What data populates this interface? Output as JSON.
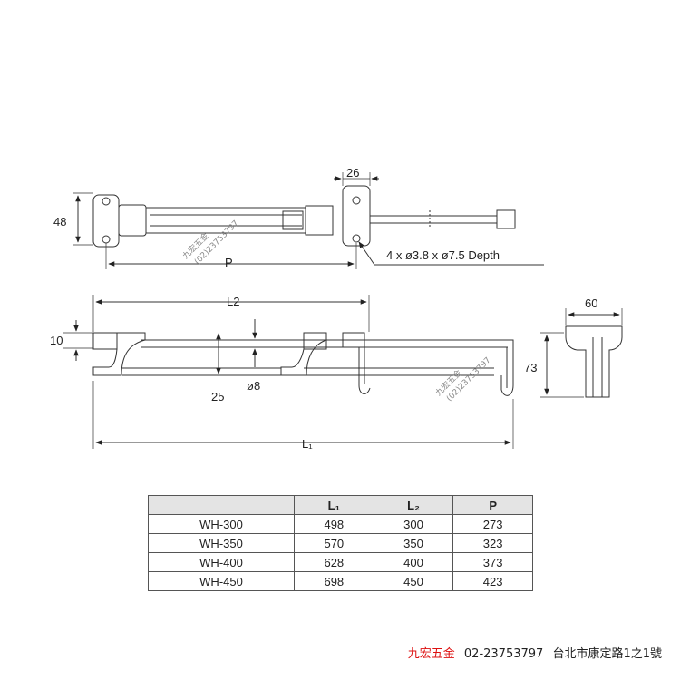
{
  "top_view": {
    "dim_height": "48",
    "dim_bracket": "26",
    "dim_pitch": "P",
    "hole_note": "4 x ø3.8 x ø7.5 Depth"
  },
  "side_view": {
    "dim_l2": "L2",
    "dim_offset": "10",
    "dim_rod_spacing": "25",
    "dim_rod_dia": "ø8",
    "dim_l1": "L₁"
  },
  "end_view": {
    "dim_width": "60",
    "dim_height": "73"
  },
  "watermark": {
    "line1": "九宏五金",
    "line2": "(02)23753797"
  },
  "table": {
    "headers": [
      "",
      "L₁",
      "L₂",
      "P"
    ],
    "rows": [
      [
        "WH-300",
        "498",
        "300",
        "273"
      ],
      [
        "WH-350",
        "570",
        "350",
        "323"
      ],
      [
        "WH-400",
        "628",
        "400",
        "373"
      ],
      [
        "WH-450",
        "698",
        "450",
        "423"
      ]
    ]
  },
  "footer": {
    "brand": "九宏五金",
    "phone": "02-23753797",
    "address": "台北市康定路1之1號"
  },
  "colors": {
    "line": "#333333",
    "header_bg": "#e4e4e4",
    "brand": "#dd1111"
  }
}
